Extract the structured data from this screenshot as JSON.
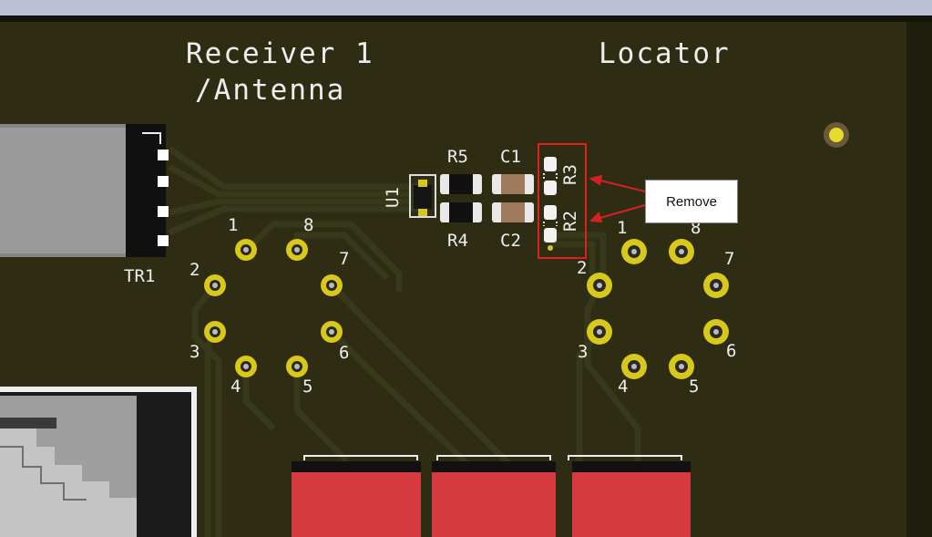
{
  "board": {
    "section_titles": {
      "receiver_line1": "Receiver 1",
      "receiver_line2": "/Antenna",
      "locator": "Locator"
    },
    "refdes": {
      "tr1": "TR1",
      "u1": "U1",
      "r5": "R5",
      "c1": "C1",
      "r4": "R4",
      "c2": "C2",
      "r3": "R3",
      "r2": "R2"
    },
    "left_connector_pins": [
      "1",
      "8",
      "2",
      "7",
      "3",
      "6",
      "4",
      "5"
    ],
    "right_connector_pins": [
      "1",
      "8",
      "2",
      "7",
      "3",
      "6",
      "4",
      "5"
    ]
  },
  "annotation": {
    "label": "Remove",
    "highlight_color": "#e0201c",
    "arrow_color": "#d42020"
  },
  "colors": {
    "board": "#2e2d14",
    "copper_trace": "#36361a",
    "pad_gold": "#d8c81c",
    "silkscreen": "#eeeeee",
    "button_red": "#d43a3e"
  }
}
